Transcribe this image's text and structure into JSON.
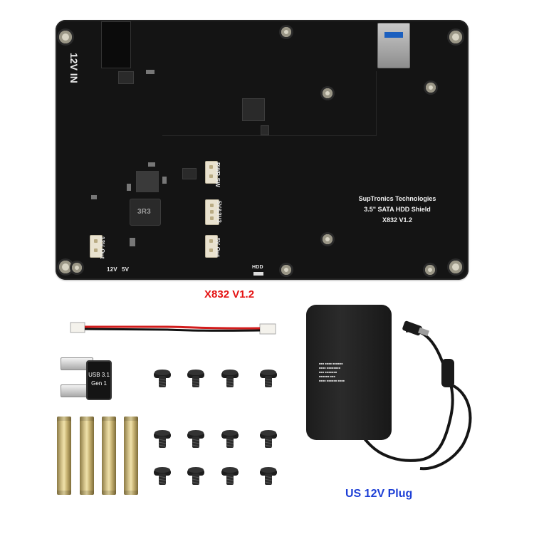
{
  "board": {
    "label_12v_in": "12V IN",
    "label_pwr_sw": "PWR SW",
    "label_3v3_5v": "5V&3V3",
    "label_5v_out": "5V Out",
    "label_12v_out": "12V Out",
    "label_12v": "12V",
    "label_5v": "5V",
    "label_hdd": "HDD",
    "inductor_code": "3R3",
    "shield_line1": "SupTronics Technologies",
    "shield_line2": "3.5\" SATA HDD Shield",
    "shield_line3": "X832 V1.2"
  },
  "product_label": "X832 V1.2",
  "bridge": {
    "line1": "USB 3.1",
    "line2": "Gen 1"
  },
  "adapter_label": "US 12V Plug",
  "colors": {
    "red": "#e41111",
    "blue": "#1d3fd6",
    "pcb": "#141414",
    "brass": "#d8c88f"
  }
}
